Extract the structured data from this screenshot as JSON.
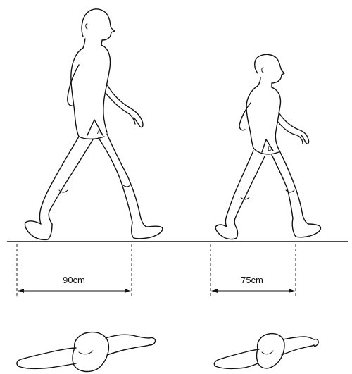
{
  "figures": [
    {
      "id": "adult",
      "stride_label": "90cm",
      "joint_label": "A"
    },
    {
      "id": "child",
      "stride_label": "75cm",
      "joint_label": "D"
    }
  ],
  "colors": {
    "ink": "#111111",
    "background": "#ffffff"
  }
}
